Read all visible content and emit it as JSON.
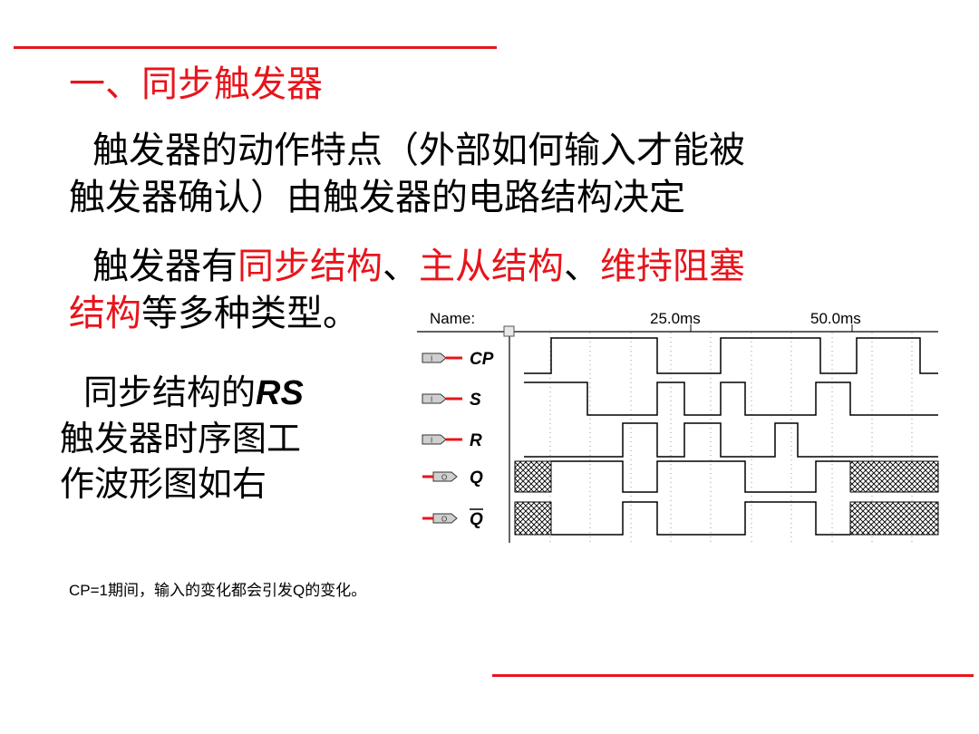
{
  "colors": {
    "accent": "#e8141b",
    "text": "#000000",
    "wave": "#000000",
    "grid": "#9a9a9a"
  },
  "title": "一、同步触发器",
  "para1": {
    "line1": "触发器的动作特点（外部如何输入才能被",
    "line2": "触发器确认）由触发器的电路结构决定"
  },
  "para2": {
    "t1": "触发器有",
    "h1": "同步结构",
    "s1": "、",
    "h2": "主从结构",
    "s2": "、",
    "h3": "维持阻塞",
    "h4": "结构",
    "t2": "等多种类型。"
  },
  "side": {
    "line1a": "同步结构的",
    "line1b": "RS",
    "line2": "触发器时序图工",
    "line3": "作波形图如右"
  },
  "footnote": "CP=1期间，输入的变化都会引发Q的变化。",
  "timing": {
    "name_label": "Name:",
    "time_labels": [
      "25.0ms",
      "50.0ms"
    ],
    "signals": [
      {
        "name": "CP",
        "type": "input",
        "overline": false
      },
      {
        "name": "S",
        "type": "input",
        "overline": false
      },
      {
        "name": "R",
        "type": "input",
        "overline": false
      },
      {
        "name": "Q",
        "type": "output",
        "overline": false
      },
      {
        "name": "Q",
        "type": "output",
        "overline": true
      }
    ]
  }
}
